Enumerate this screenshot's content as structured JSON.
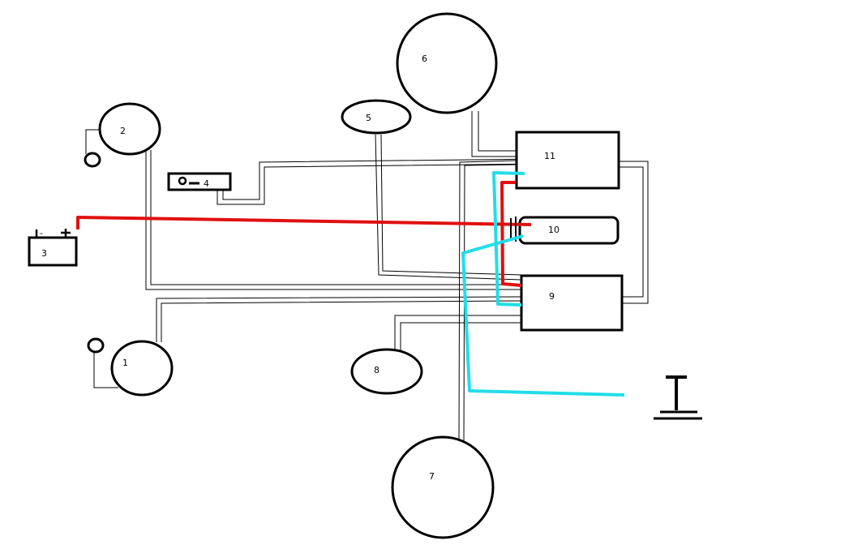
{
  "colors": {
    "outline": "#000000",
    "power_wire": "#e01010",
    "ground_wire": "#22dde8",
    "signal_wire": "#000000",
    "background": "#ffffff"
  },
  "components": [
    {
      "id": "c1",
      "label": "1",
      "shape": "ellipse"
    },
    {
      "id": "c2",
      "label": "2",
      "shape": "ellipse"
    },
    {
      "id": "c3",
      "label": "3",
      "shape": "battery"
    },
    {
      "id": "c4",
      "label": "4",
      "shape": "switch"
    },
    {
      "id": "c5",
      "label": "5",
      "shape": "ellipse"
    },
    {
      "id": "c6",
      "label": "6",
      "shape": "ellipse"
    },
    {
      "id": "c7",
      "label": "7",
      "shape": "ellipse"
    },
    {
      "id": "c8",
      "label": "8",
      "shape": "ellipse"
    },
    {
      "id": "c9",
      "label": "9",
      "shape": "box"
    },
    {
      "id": "c10",
      "label": "10",
      "shape": "rounded-box"
    },
    {
      "id": "c11",
      "label": "11",
      "shape": "box"
    }
  ],
  "symbols": {
    "battery_terminals": {
      "negative": "-",
      "positive": "+"
    },
    "ground_icon": "ground-icon"
  }
}
